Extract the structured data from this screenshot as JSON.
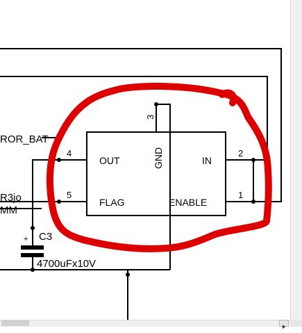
{
  "schematic": {
    "net_label_left": "ROR_BAT",
    "resistor_fragment_top": "R3jo",
    "resistor_fragment_bottom": "MM",
    "capacitor_ref": "C3",
    "capacitor_value": "4700uFx10V",
    "capacitor_polarity": "+",
    "chip": {
      "pin_out_name": "OUT",
      "pin_flag_name": "FLAG",
      "pin_gnd_name": "GND",
      "pin_in_name": "IN",
      "pin_enable_name": "ENABLE",
      "pin_out_number": "4",
      "pin_flag_number": "5",
      "pin_gnd_number": "3",
      "pin_in_number": "2",
      "pin_enable_number": "1"
    }
  },
  "colors": {
    "wire": "#000000",
    "annotation": "#dd0000",
    "background": "#ffffff",
    "scrollbar": "#f0f0f0"
  }
}
